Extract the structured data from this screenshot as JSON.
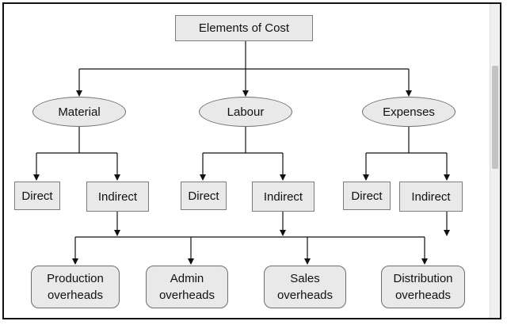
{
  "diagram": {
    "root": "Elements of Cost",
    "categories": [
      {
        "name": "Material",
        "children": [
          "Direct",
          "Indirect"
        ]
      },
      {
        "name": "Labour",
        "children": [
          "Direct",
          "Indirect"
        ]
      },
      {
        "name": "Expenses",
        "children": [
          "Direct",
          "Indirect"
        ]
      }
    ],
    "overheads": [
      {
        "line1": "Production",
        "line2": "overheads"
      },
      {
        "line1": "Admin",
        "line2": "overheads"
      },
      {
        "line1": "Sales",
        "line2": "overheads"
      },
      {
        "line1": "Distribution",
        "line2": "overheads"
      }
    ]
  }
}
